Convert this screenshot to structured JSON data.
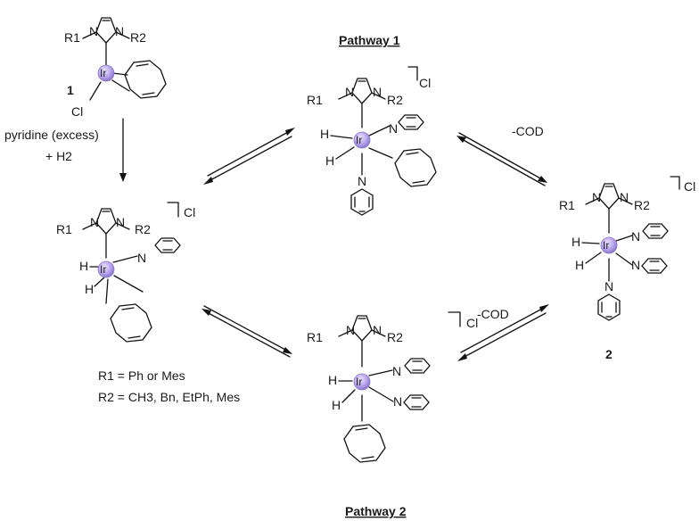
{
  "pathway1": "Pathway 1",
  "pathway2": "Pathway 2",
  "compound1": "1",
  "compound2": "2",
  "reagent_line1": "pyridine (excess)",
  "reagent_line2": "+ H2",
  "minus_cod_1": "-COD",
  "minus_cod_2": "-COD",
  "metal": "Ir",
  "chloride": "Cl",
  "counterion": "Cl",
  "hydride": "H",
  "nitrogen": "N",
  "r1": "R1",
  "r2": "R2",
  "r1_def": "R1 = Ph or Mes",
  "r2_def": "R2 = CH3, Bn, EtPh, Mes",
  "colors": {
    "iridium_fill": "#b9a6ee",
    "iridium_edge": "#8a77c9",
    "ink": "#1a1a1a"
  }
}
